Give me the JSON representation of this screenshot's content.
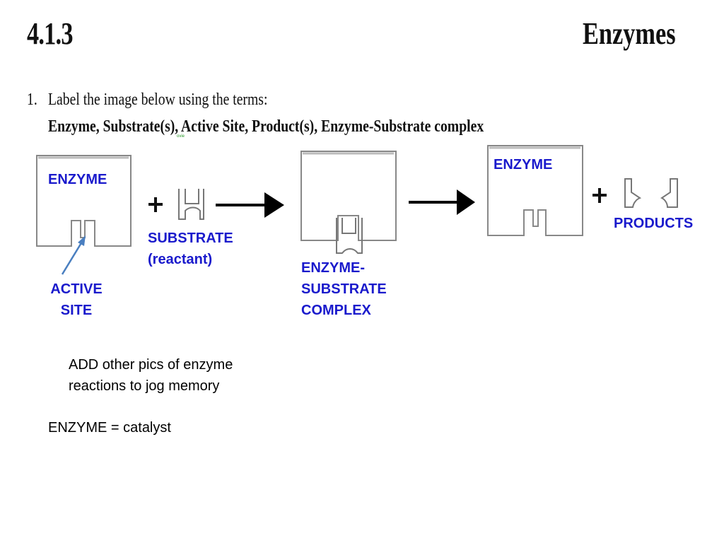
{
  "header": {
    "number": "4.1.3",
    "title": "Enzymes"
  },
  "question": {
    "number": "1.",
    "line1": "Label the image below using the terms:",
    "line2": "Enzyme, Substrate(s), Active Site, Product(s), Enzyme-Substrate complex",
    "tiny_mark": "ovie"
  },
  "labels": {
    "enzyme_left": "ENZYME",
    "substrate": "SUBSTRATE",
    "substrate_sub": "(reactant)",
    "active_site": "ACTIVE SITE",
    "es_complex_1": "ENZYME-",
    "es_complex_2": "SUBSTRATE",
    "es_complex_3": "COMPLEX",
    "enzyme_right": "ENZYME",
    "products": "PRODUCTS"
  },
  "notes": {
    "line1": "ADD other pics of enzyme",
    "line2": "reactions to jog memory",
    "catalyst": "ENZYME = catalyst"
  },
  "colors": {
    "label": "#1a1acc",
    "pointer_arrow": "#4a7fc0"
  }
}
